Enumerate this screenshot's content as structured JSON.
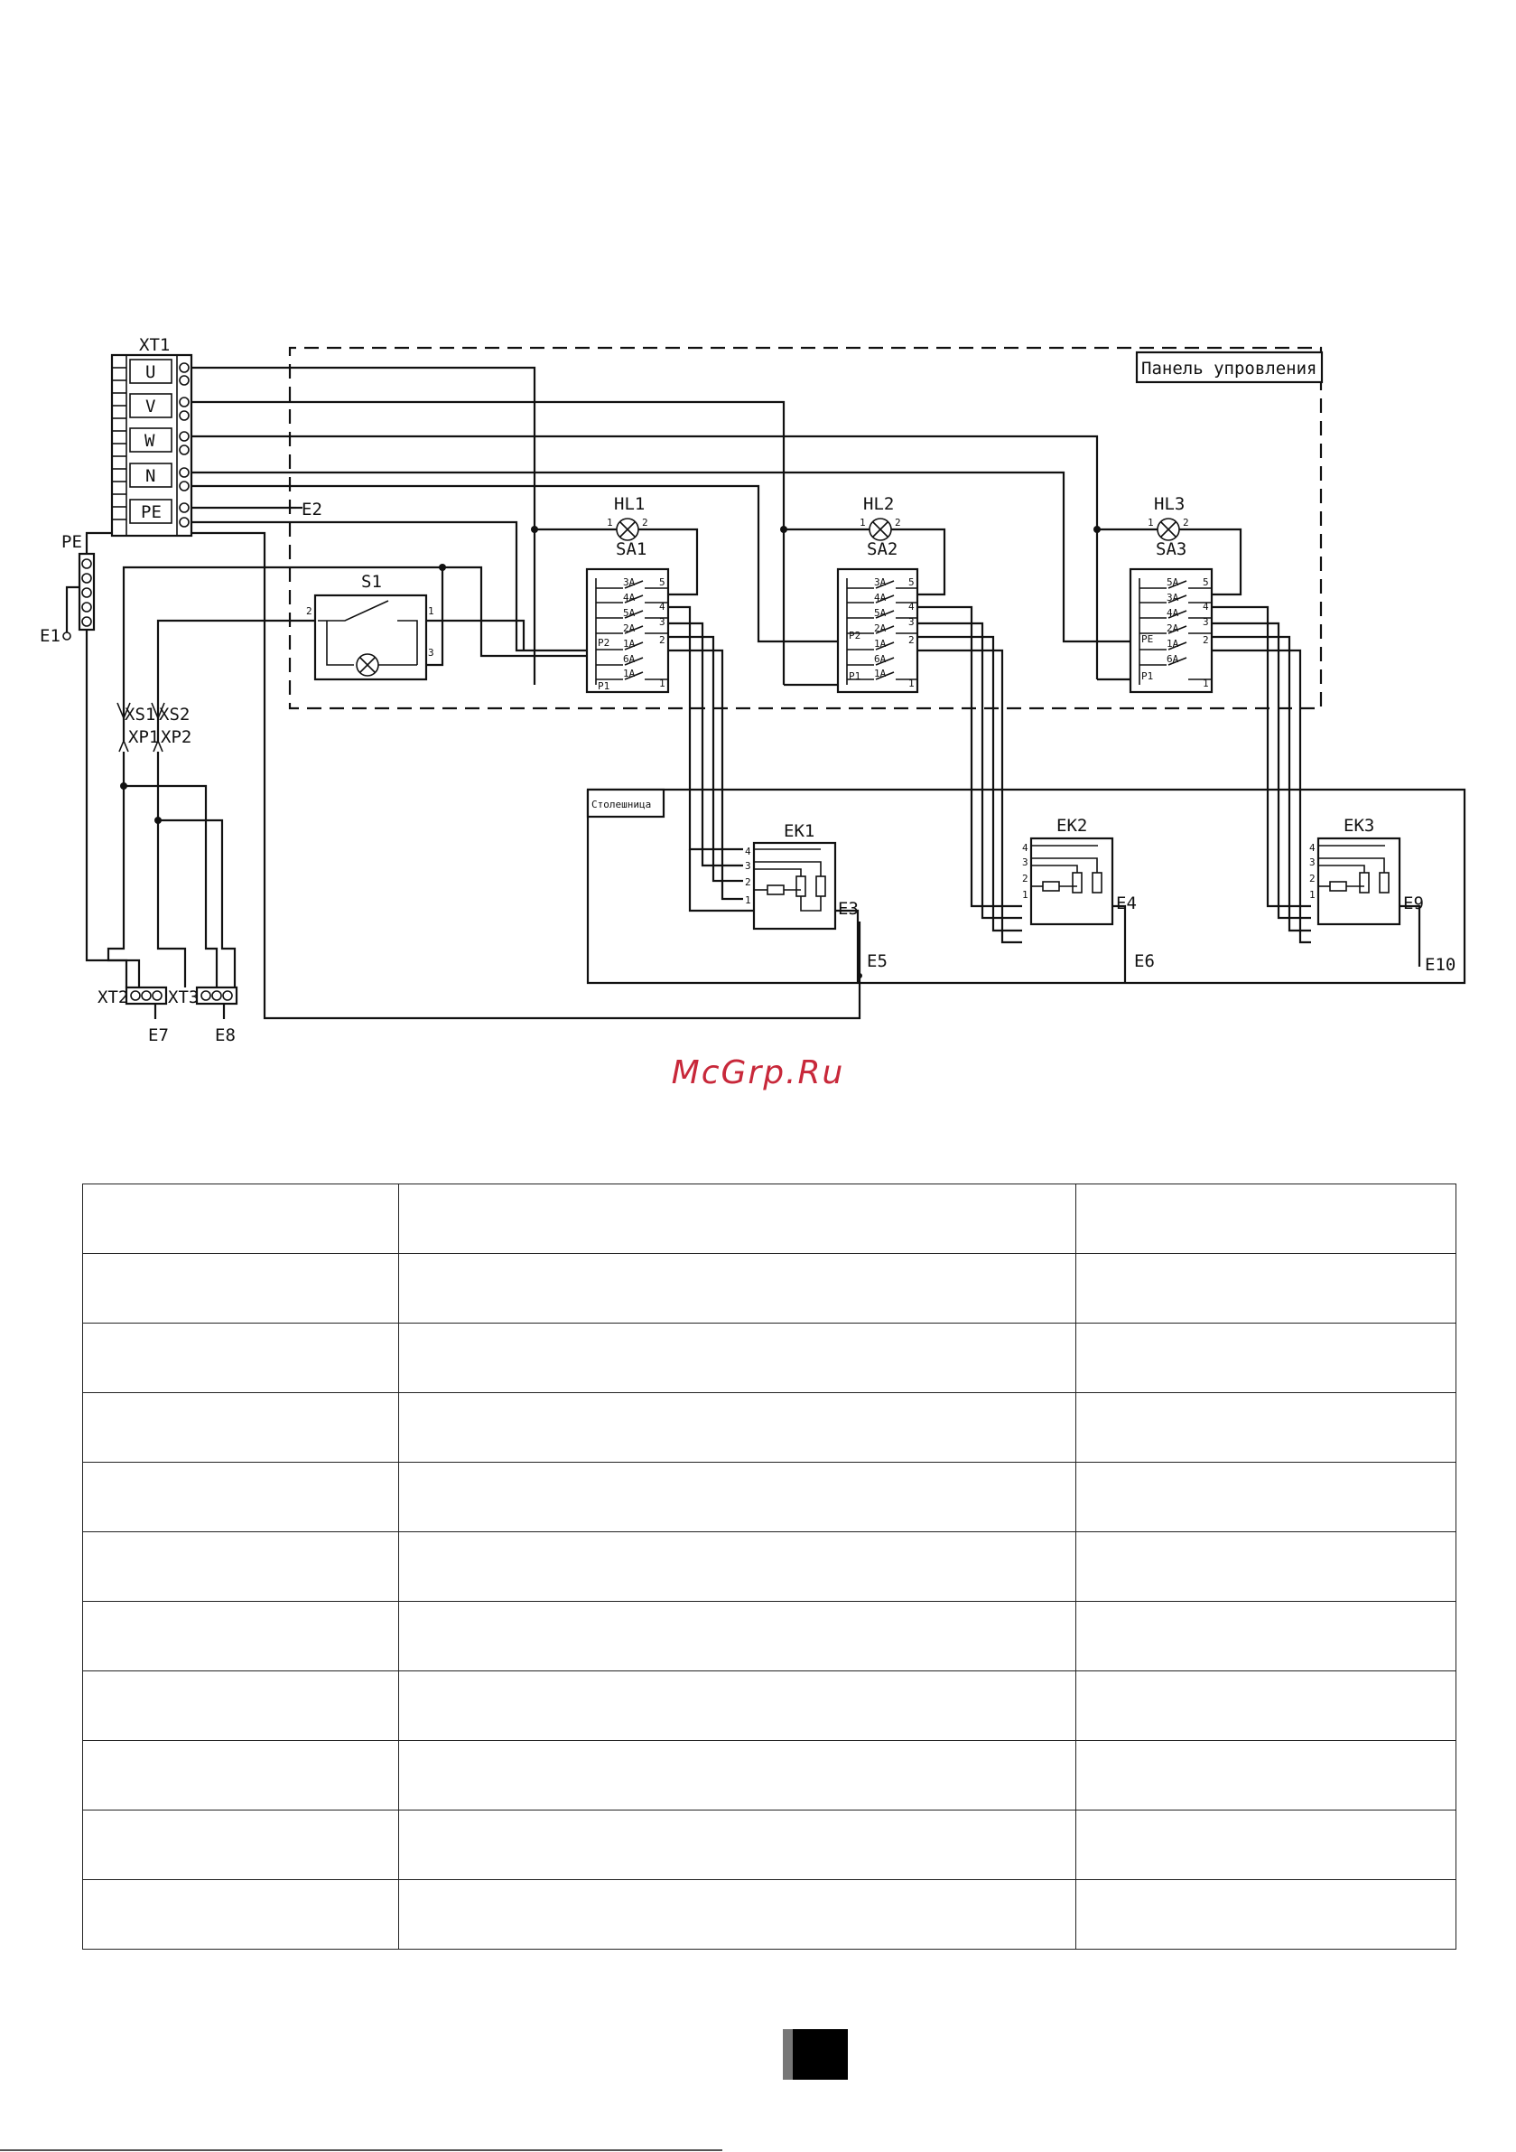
{
  "panel_label": "Панель упровления",
  "countertop_label": "Столешница",
  "watermark": "McGrp.Ru",
  "terminal_block": {
    "name": "XT1",
    "terminals": [
      "U",
      "V",
      "W",
      "N",
      "PE"
    ]
  },
  "pe_bar": "PE",
  "switch": {
    "name": "S1",
    "pins": [
      "2",
      "1",
      "3"
    ]
  },
  "lamps": [
    "HL1",
    "HL2",
    "HL3"
  ],
  "lamp_pins": [
    "1",
    "2"
  ],
  "selector_switches": [
    {
      "name": "SA1",
      "pins_right": [
        "5",
        "4",
        "3",
        "2",
        "1"
      ],
      "pins_left": [
        "P2",
        "P1"
      ],
      "contacts": [
        "3A",
        "4A",
        "5A",
        "2A",
        "1A",
        "6A",
        "1A"
      ]
    },
    {
      "name": "SA2",
      "pins_right": [
        "5",
        "4",
        "3",
        "2",
        "1"
      ],
      "pins_left": [
        "P2",
        "P1"
      ],
      "contacts": [
        "3A",
        "4A",
        "5A",
        "2A",
        "1A",
        "6A",
        "1A"
      ]
    },
    {
      "name": "SA3",
      "pins_right": [
        "5",
        "4",
        "3",
        "2",
        "1"
      ],
      "pins_left": [
        "PE",
        "P1"
      ],
      "contacts": [
        "5A",
        "3A",
        "4A",
        "2A",
        "1A",
        "6A"
      ]
    }
  ],
  "heaters": [
    {
      "name": "EK1",
      "pins": [
        "4",
        "3",
        "2",
        "1"
      ]
    },
    {
      "name": "EK2",
      "pins": [
        "4",
        "3",
        "2",
        "1"
      ]
    },
    {
      "name": "EK3",
      "pins": [
        "4",
        "3",
        "2",
        "1"
      ]
    }
  ],
  "connectors": [
    "XS1",
    "XS2",
    "XP1",
    "XP2"
  ],
  "socket_blocks": [
    "XT2",
    "XT3"
  ],
  "earth_points": [
    "E1",
    "E2",
    "E3",
    "E4",
    "E5",
    "E6",
    "E7",
    "E8",
    "E9",
    "E10"
  ],
  "spec_table": {
    "rows": [
      [
        "",
        "",
        ""
      ],
      [
        "",
        "",
        ""
      ],
      [
        "",
        "",
        ""
      ],
      [
        "",
        "",
        ""
      ],
      [
        "",
        "",
        ""
      ],
      [
        "",
        "",
        ""
      ],
      [
        "",
        "",
        ""
      ],
      [
        "",
        "",
        ""
      ],
      [
        "",
        "",
        ""
      ],
      [
        "",
        "",
        ""
      ],
      [
        "",
        "",
        ""
      ]
    ]
  }
}
